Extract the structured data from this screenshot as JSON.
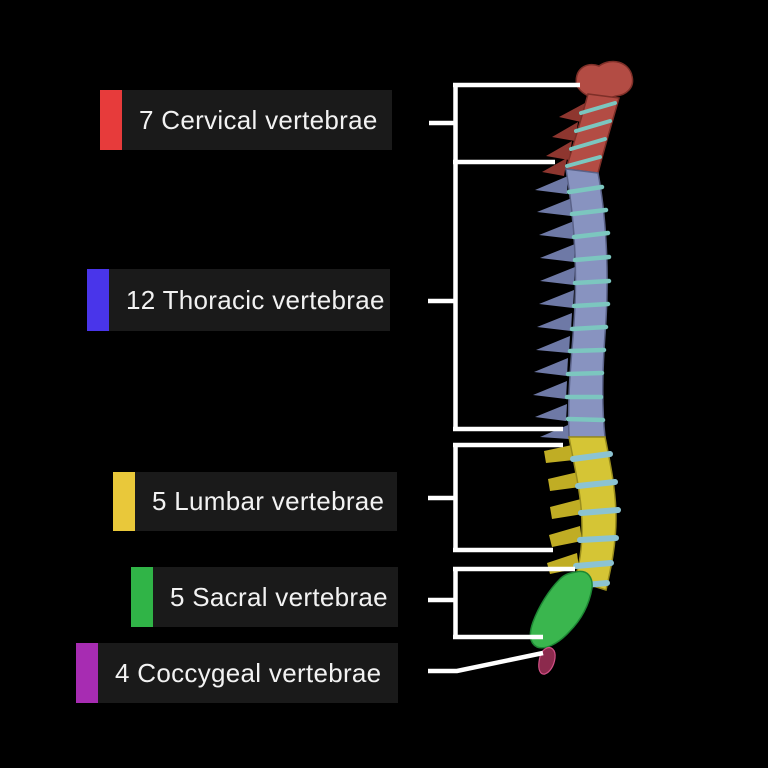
{
  "diagram": {
    "type": "spine-anatomy-diagram",
    "background_color": "#000000",
    "panel_bg_color": "#1a1a1a",
    "text_color": "#f2f2f2",
    "line_color": "#ffffff",
    "disc_color": "#7cc6bf",
    "disc_color_lumbar": "#8cc3d2",
    "regions": [
      {
        "id": "cervical",
        "label": "7 Cervical vertebrae",
        "count": 7,
        "bar_color": "#e73b3b",
        "spine_color": "#b34c44",
        "process_color": "#8e362f"
      },
      {
        "id": "thoracic",
        "label": "12 Thoracic vertebrae",
        "count": 12,
        "bar_color": "#4935ea",
        "spine_color": "#8893c0",
        "process_color": "#6e79a6"
      },
      {
        "id": "lumbar",
        "label": "5 Lumbar vertebrae",
        "count": 5,
        "bar_color": "#e9c83a",
        "spine_color": "#d5c535",
        "process_color": "#c0ad24"
      },
      {
        "id": "sacral",
        "label": "5 Sacral vertebrae",
        "count": 5,
        "bar_color": "#30b447",
        "spine_color": "#3ab64e"
      },
      {
        "id": "coccygeal",
        "label": "4 Coccygeal vertebrae",
        "count": 4,
        "bar_color": "#a72cb2",
        "spine_color": "#8c2a4d"
      }
    ]
  }
}
